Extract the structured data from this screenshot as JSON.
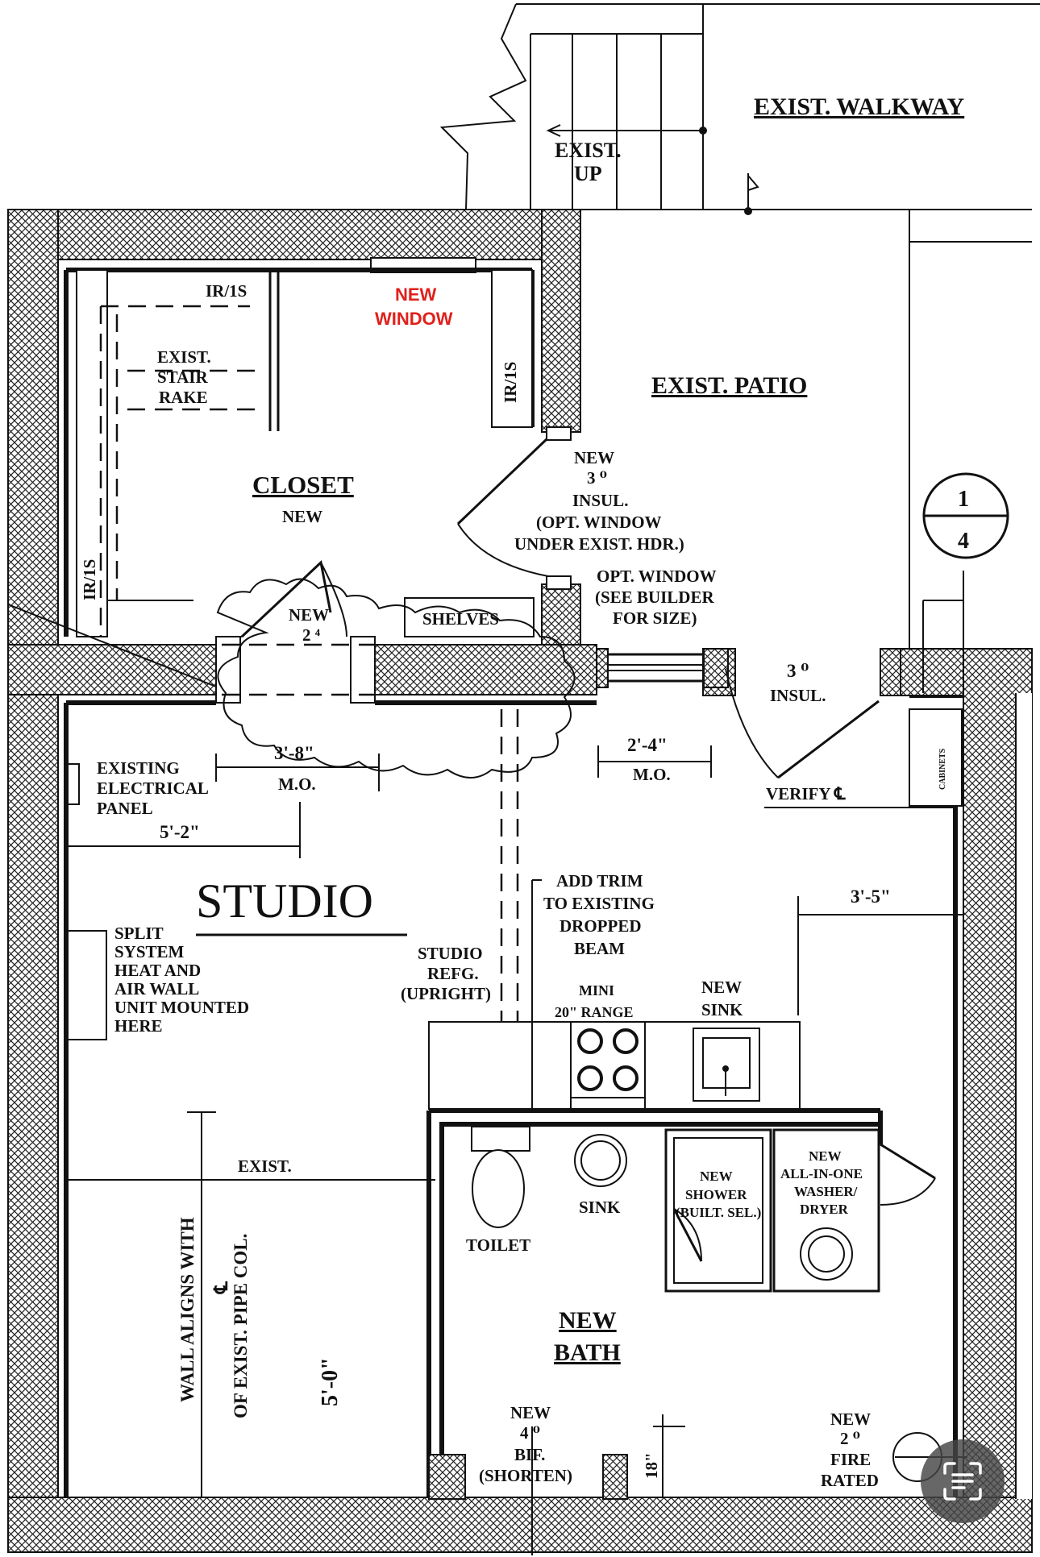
{
  "labels": {
    "walkway": "EXIST. WALKWAY",
    "exist_up_1": "EXIST.",
    "exist_up_2": "UP",
    "new_window_1": "NEW",
    "new_window_2": "WINDOW",
    "ir1": "IR/1S",
    "ir2": "IR/1S",
    "ir3": "IR/1S",
    "stair_1": "EXIST.",
    "stair_2": "STAIR",
    "stair_3": "RAKE",
    "patio": "EXIST. PATIO",
    "closet": "CLOSET",
    "closet_new": "NEW",
    "door1_1": "NEW",
    "door1_2": "3 ⁰",
    "door1_3": "INSUL.",
    "door1_4": "(OPT. WINDOW",
    "door1_5": "UNDER EXIST. HDR.)",
    "optwin_1": "OPT. WINDOW",
    "optwin_2": "(SEE BUILDER",
    "optwin_3": "FOR SIZE)",
    "detail_top": "1",
    "detail_bottom": "4",
    "door2_1": "NEW",
    "door2_2": "2 ⁴",
    "shelves": "SHELVES",
    "door3_1": "3 ⁰",
    "door3_2": "INSUL.",
    "cabinets": "CABINETS",
    "dim_38": "3'-8\"",
    "dim_38_mo": "M.O.",
    "dim_24": "2'-4\"",
    "dim_24_mo": "M.O.",
    "panel_1": "EXISTING",
    "panel_2": "ELECTRICAL",
    "panel_3": "PANEL",
    "dim_52": "5'-2\"",
    "verify": "VERIFY ℄",
    "studio": "STUDIO",
    "trim_1": "ADD TRIM",
    "trim_2": "TO EXISTING",
    "trim_3": "DROPPED",
    "trim_4": "BEAM",
    "dim_35": "3'-5\"",
    "split_1": "SPLIT",
    "split_2": "SYSTEM",
    "split_3": "HEAT AND",
    "split_4": "AIR WALL",
    "split_5": "UNIT MOUNTED",
    "split_6": "HERE",
    "refg_1": "STUDIO",
    "refg_2": "REFG.",
    "refg_3": "(UPRIGHT)",
    "range_1": "MINI",
    "range_2": "20\" RANGE",
    "sink_1": "NEW",
    "sink_2": "SINK",
    "exist": "EXIST.",
    "wall_align": "WALL ALIGNS WITH",
    "cl": "℄",
    "pipe_col": "OF EXIST. PIPE COL.",
    "dim_50": "5'-0\"",
    "bath_sink": "SINK",
    "toilet": "TOILET",
    "shower_1": "NEW",
    "shower_2": "SHOWER",
    "shower_3": "(BUILT. SEL.)",
    "washer_1": "NEW",
    "washer_2": "ALL-IN-ONE",
    "washer_3": "WASHER/",
    "washer_4": "DRYER",
    "bath_1": "NEW",
    "bath_2": "BATH",
    "bif_1": "NEW",
    "bif_2": "4 ⁰",
    "bif_3": "BIF.",
    "bif_4": "(SHORTEN)",
    "dim_18": "18\"",
    "fire_1": "NEW",
    "fire_2": "2 ⁰",
    "fire_3": "FIRE",
    "fire_4": "RATED"
  },
  "colors": {
    "ink": "#111111",
    "accent_red": "#e0201b",
    "button_bg": "#464646"
  },
  "overlay": {
    "icon": "text-scan-icon"
  }
}
